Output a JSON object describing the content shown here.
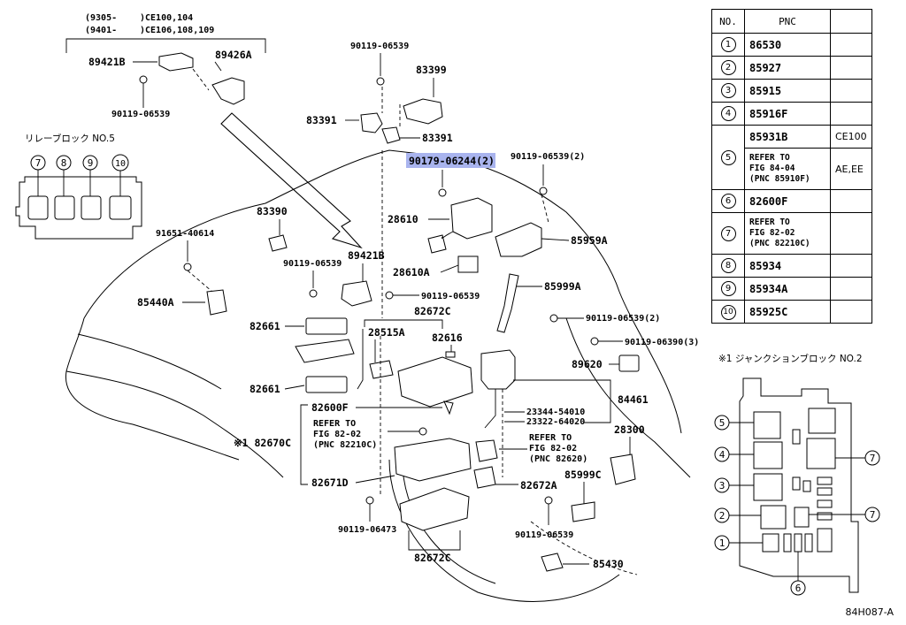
{
  "top_note": {
    "line1_a": "(9305-",
    "line1_b": ")CE100,104",
    "line2_a": "(9401-",
    "line2_b": ")CE106,108,109"
  },
  "relay_block_title": "リレーブロック NO.5",
  "relay_block_nums": [
    "7",
    "8",
    "9",
    "10"
  ],
  "junction_block_title": "※1 ジャンクションブロック NO.2",
  "junction_block_nums": [
    "5",
    "4",
    "3",
    "2",
    "1",
    "6",
    "7",
    "7"
  ],
  "labels": {
    "p89421B_top": "89421B",
    "p89426A": "89426A",
    "p90119_06539_a": "90119-06539",
    "p90119_06539_b": "90119-06539",
    "p83399": "83399",
    "p83391_a": "83391",
    "p83391_b": "83391",
    "p90179_06244": "90179-06244(2)",
    "p90119_06539_c": "90119-06539(2)",
    "p28610": "28610",
    "p85959A": "85959A",
    "p83390": "83390",
    "p91651_40614": "91651-40614",
    "p90119_06539_d": "90119-06539",
    "p89421B_mid": "89421B",
    "p28610A": "28610A",
    "p85999A": "85999A",
    "p85440A": "85440A",
    "p90119_06539_e": "90119-06539",
    "p82672C_a": "82672C",
    "p90119_06539_f": "90119-06539(2)",
    "p82661_a": "82661",
    "p28515A": "28515A",
    "p82616": "82616",
    "p90119_06390": "90119-06390(3)",
    "p89620": "89620",
    "p82661_b": "82661",
    "p84461": "84461",
    "p82600F": "82600F",
    "p23344_54010": "23344-54010",
    "p23322_64020": "23322-64020",
    "p28300": "28300",
    "ref1_a": "REFER TO",
    "ref1_b": "FIG 82-02",
    "ref1_c": "(PNC 82210C)",
    "p82670C": "※1 82670C",
    "ref2_a": "REFER TO",
    "ref2_b": "FIG 82-02",
    "ref2_c": "(PNC 82620)",
    "p85999C": "85999C",
    "p82671D": "82671D",
    "p82672A": "82672A",
    "p90119_06473": "90119-06473",
    "p90119_06539_g": "90119-06539",
    "p82672C_b": "82672C",
    "p85430": "85430"
  },
  "table": {
    "header": {
      "no": "NO.",
      "pnc": "PNC",
      "extra": ""
    },
    "rows": [
      {
        "no": "1",
        "pnc": "86530",
        "extra": ""
      },
      {
        "no": "2",
        "pnc": "85927",
        "extra": ""
      },
      {
        "no": "3",
        "pnc": "85915",
        "extra": ""
      },
      {
        "no": "4",
        "pnc": "85916F",
        "extra": ""
      },
      {
        "no": "5",
        "pnc": "85931B",
        "extra": "CE100",
        "pnc2_a": "REFER TO",
        "pnc2_b": "FIG 84-04",
        "pnc2_c": "(PNC 85910F)",
        "extra2": "AE,EE"
      },
      {
        "no": "6",
        "pnc": "82600F",
        "extra": ""
      },
      {
        "no": "7",
        "pnc_a": "REFER TO",
        "pnc_b": "FIG 82-02",
        "pnc_c": "(PNC 82210C)",
        "extra": ""
      },
      {
        "no": "8",
        "pnc": "85934",
        "extra": ""
      },
      {
        "no": "9",
        "pnc": "85934A",
        "extra": ""
      },
      {
        "no": "10",
        "pnc": "85925C",
        "extra": ""
      }
    ]
  },
  "figure_id": "84H087-A",
  "highlight_color": "#a9b4ee"
}
